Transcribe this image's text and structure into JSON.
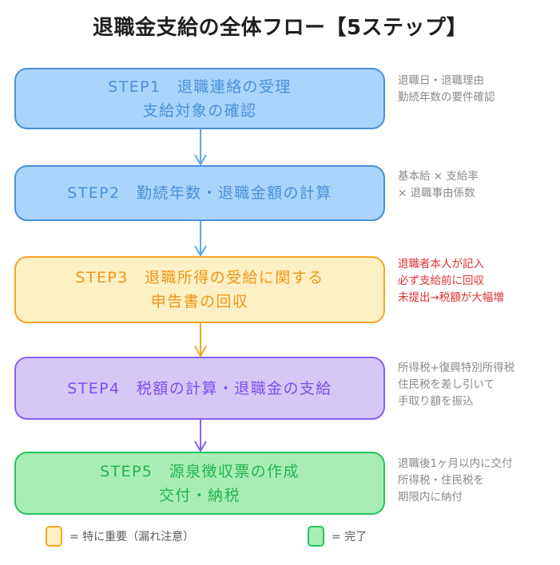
{
  "title": "退職金支給の全体フロー【5ステップ】",
  "diagram": {
    "type": "flowchart",
    "orientation": "vertical",
    "steps": [
      {
        "id": "step1",
        "label": "STEP1",
        "lines": [
          "STEP1　退職連絡の受理",
          "支給対象の確認"
        ],
        "line1": "STEP1　退職連絡の受理",
        "line2": "支給対象の確認",
        "line3": "",
        "color_name": "blue",
        "fill": "#aad4fc",
        "border": "#4a90d9",
        "text_color": "#4a90d9",
        "note_lines": [
          "退職日・退職理由",
          "勤続年数の要件確認"
        ],
        "note1": "退職日・退職理由",
        "note2": "勤続年数の要件確認",
        "note3": "",
        "note_color": "#8a8a8a",
        "note_alert": false
      },
      {
        "id": "step2",
        "label": "STEP2",
        "lines": [
          "STEP2　勤続年数・退職金額の計算"
        ],
        "line1": "STEP2　勤続年数・退職金額の計算",
        "line2": "",
        "line3": "",
        "color_name": "blue",
        "fill": "#aad4fc",
        "border": "#4a90d9",
        "text_color": "#4a90d9",
        "note_lines": [
          "基本給 × 支給率",
          "× 退職事由係数"
        ],
        "note1": "基本給 × 支給率",
        "note2": "× 退職事由係数",
        "note3": "",
        "note_color": "#8a8a8a",
        "note_alert": false
      },
      {
        "id": "step3",
        "label": "STEP3",
        "lines": [
          "STEP3　退職所得の受給に関する",
          "申告書の回収"
        ],
        "line1": "STEP3　退職所得の受給に関する",
        "line2": "申告書の回収",
        "line3": "",
        "color_name": "orange",
        "fill": "#fdf0c4",
        "border": "#f5a623",
        "text_color": "#f0951a",
        "note_lines": [
          "退職者本人が記入",
          "必ず支給前に回収",
          "未提出→税額が大幅増"
        ],
        "note1": "退職者本人が記入",
        "note2": "必ず支給前に回収",
        "note3": "未提出→税額が大幅増",
        "note_color": "#e02f2f",
        "note_alert": true
      },
      {
        "id": "step4",
        "label": "STEP4",
        "lines": [
          "STEP4　税額の計算・退職金の支給"
        ],
        "line1": "STEP4　税額の計算・退職金の支給",
        "line2": "",
        "line3": "",
        "color_name": "purple",
        "fill": "#d6c8f5",
        "border": "#8b5cf6",
        "text_color": "#7c4ef0",
        "note_lines": [
          "所得税+復興特別所得税",
          "住民税を差し引いて",
          "手取り額を振込"
        ],
        "note1": "所得税+復興特別所得税",
        "note2": "住民税を差し引いて",
        "note3": "手取り額を振込",
        "note_color": "#8a8a8a",
        "note_alert": false
      },
      {
        "id": "step5",
        "label": "STEP5",
        "lines": [
          "STEP5　源泉徴収票の作成",
          "交付・納税"
        ],
        "line1": "STEP5　源泉徴収票の作成",
        "line2": "交付・納税",
        "line3": "",
        "color_name": "green",
        "fill": "#a8eeb4",
        "border": "#22c55e",
        "text_color": "#21b44f",
        "note_lines": [
          "退職後1ヶ月以内に交付",
          "所得税・住民税を",
          "期限内に納付"
        ],
        "note1": "退職後1ヶ月以内に交付",
        "note2": "所得税・住民税を",
        "note3": "期限内に納付",
        "note_color": "#8a8a8a",
        "note_alert": false
      }
    ],
    "connectors": [
      {
        "from": "step1",
        "to": "step2",
        "color": "#5aa9ef"
      },
      {
        "from": "step2",
        "to": "step3",
        "color": "#5aa9ef"
      },
      {
        "from": "step3",
        "to": "step4",
        "color": "#f5a623"
      },
      {
        "from": "step4",
        "to": "step5",
        "color": "#8b5cf6"
      }
    ]
  },
  "legend": {
    "items": [
      {
        "swatch_fill": "#fdf0c4",
        "swatch_border": "#f5a623",
        "text": "= 特に重要（漏れ注意）"
      },
      {
        "swatch_fill": "#a8eeb4",
        "swatch_border": "#22c55e",
        "text": "= 完了"
      }
    ]
  }
}
